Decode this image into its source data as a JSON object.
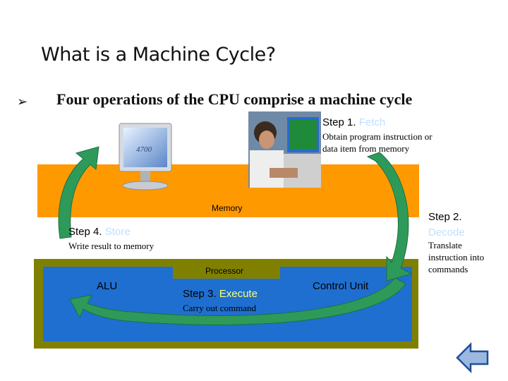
{
  "title": "What is a Machine Cycle?",
  "bullet": "Four operations of the CPU comprise a machine cycle",
  "monitor_text": "4700",
  "labels": {
    "memory": "Memory",
    "processor": "Processor",
    "alu": "ALU",
    "control_unit": "Control Unit"
  },
  "steps": [
    {
      "prefix": "Step 1.",
      "keyword": "Fetch",
      "description": "Obtain program instruction or data item from memory"
    },
    {
      "prefix": "Step 2.",
      "keyword": "Decode",
      "description": "Translate instruction into commands"
    },
    {
      "prefix": "Step 3.",
      "keyword": "Execute",
      "description": "Carry out command"
    },
    {
      "prefix": "Step 4.",
      "keyword": "Store",
      "description": "Write result to memory"
    }
  ],
  "colors": {
    "memory_band": "#ff9900",
    "processor_band": "#808000",
    "processor_blue": "#1f6fd0",
    "cycle_arrow": "#2e9a5a"
  },
  "icons": {
    "back": "back-arrow-icon",
    "bullet": "arrow-bullet-icon"
  }
}
